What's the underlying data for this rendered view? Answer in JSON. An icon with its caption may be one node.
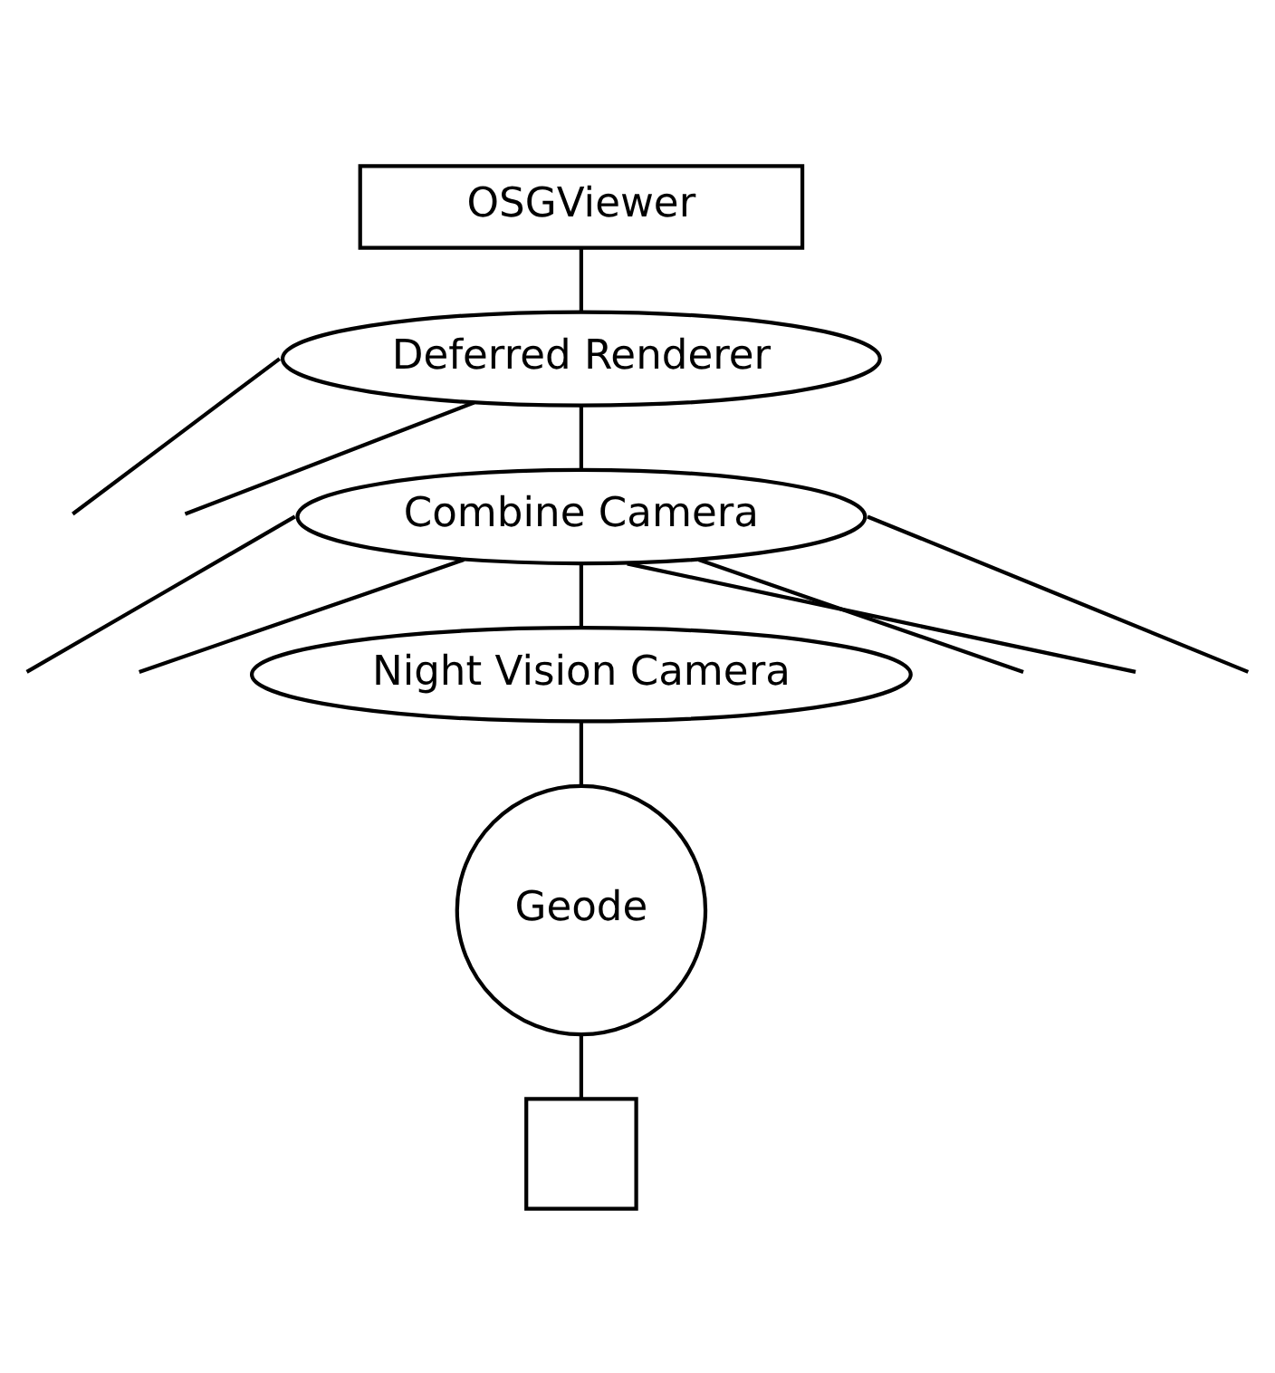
{
  "diagram": {
    "nodes": [
      {
        "text": [
          "OSGViewer"
        ]
      },
      {
        "text": [
          "Deferred Renderer"
        ]
      },
      {
        "text": [
          "Combine Camera"
        ]
      },
      {
        "text": [
          "Night Vision Camera"
        ]
      },
      {
        "text": [
          "Geode"
        ]
      },
      {
        "text": [],
        "shape": "box"
      }
    ],
    "edges": [
      {
        "from": 0,
        "to": 1,
        "arrow": "none"
      },
      {
        "from": 1,
        "to": 2,
        "arrow": "none"
      },
      {
        "from": 2,
        "to": 3,
        "arrow": "none"
      },
      {
        "from": 3,
        "to": 4,
        "arrow": "none"
      },
      {
        "from": 4,
        "to": 5,
        "arrow": "none"
      },
      {
        "from": 1,
        "to": null,
        "arrow": "none"
      },
      {
        "from": 1,
        "to": null,
        "arrow": "none"
      },
      {
        "from": 2,
        "to": null,
        "arrow": "none"
      },
      {
        "from": 2,
        "to": null,
        "arrow": "none"
      },
      {
        "from": 2,
        "to": null,
        "arrow": "none"
      },
      {
        "from": 2,
        "to": null,
        "arrow": "none"
      },
      {
        "from": 2,
        "to": null,
        "arrow": "none"
      }
    ]
  }
}
